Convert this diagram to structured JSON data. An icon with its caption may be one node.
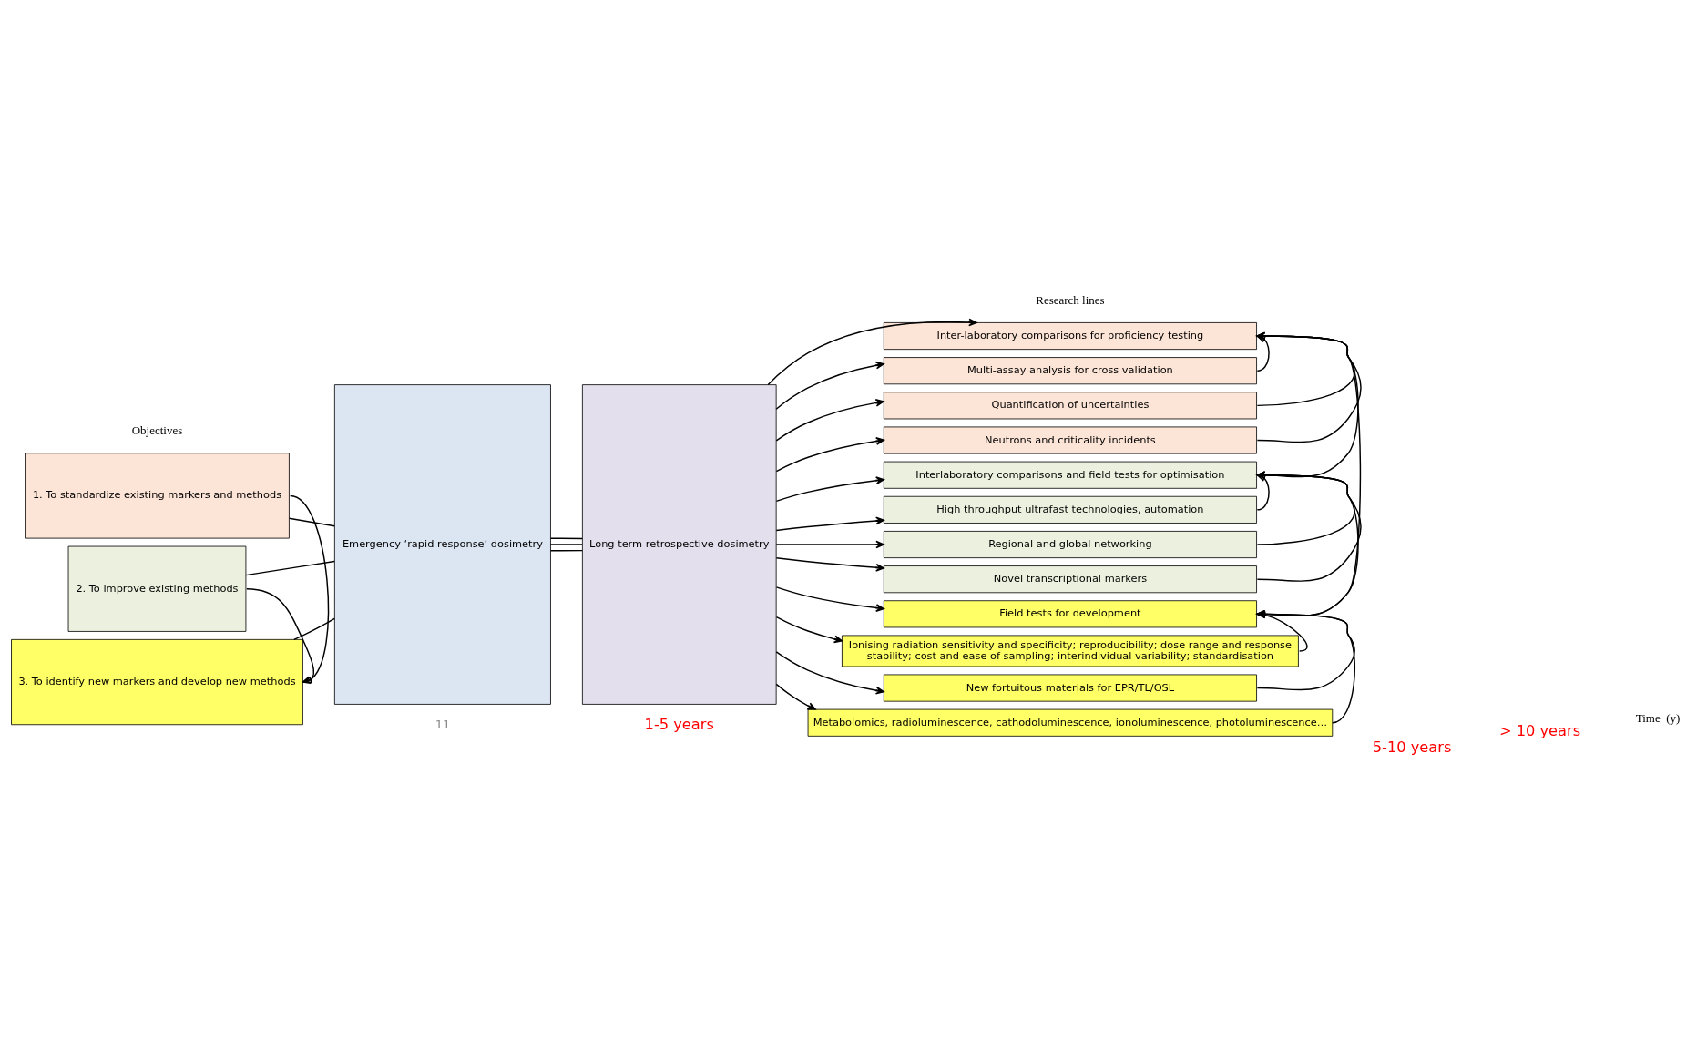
{
  "diagram": {
    "nodes": [
      {
        "text": [
          "1. To standardize existing markers and methods"
        ]
      },
      {
        "text": [
          "2. To improve existing methods"
        ]
      },
      {
        "text": [
          "3. To identify new markers and develop new methods"
        ]
      },
      {
        "text": [
          "Emergency ‘rapid response’ dosimetry"
        ]
      },
      {
        "text": [
          "Long term retrospective dosimetry"
        ]
      },
      {
        "text": [
          "Inter-laboratory comparisons for proficiency testing"
        ]
      },
      {
        "text": [
          "Multi-assay analysis for cross validation"
        ]
      },
      {
        "text": [
          "Quantification of uncertainties"
        ]
      },
      {
        "text": [
          "Neutrons and criticality incidents"
        ]
      },
      {
        "text": [
          "Interlaboratory comparisons and field tests for optimisation"
        ]
      },
      {
        "text": [
          "High throughput ultrafast technologies, automation"
        ]
      },
      {
        "text": [
          "Regional and global networking"
        ]
      },
      {
        "text": [
          "Novel transcriptional markers"
        ]
      },
      {
        "text": [
          "Field tests for development"
        ]
      },
      {
        "text": [
          "Ionising radiation sensitivity and specificity; reproducibility; dose range and response stability; cost and ease of sampling; interindividual variability; standardisation"
        ]
      },
      {
        "text": [
          "New fortuitous materials for EPR/TL/OSL"
        ]
      },
      {
        "text": [
          "Metabolomics, radioluminescence, cathodoluminescence, ionoluminescence, photoluminescence…"
        ]
      }
    ],
    "edges": [
      {
        "from": 0,
        "to": 2,
        "arrow": "to"
      },
      {
        "from": 1,
        "to": 2,
        "arrow": "to"
      },
      {
        "from": 0,
        "to": 3,
        "arrow": "none"
      },
      {
        "from": 3,
        "to": 4,
        "arrow": "none"
      },
      {
        "from": 4,
        "to": 5,
        "arrow": "to"
      },
      {
        "from": 4,
        "to": 6,
        "arrow": "to"
      },
      {
        "from": 4,
        "to": 7,
        "arrow": "to"
      },
      {
        "from": 4,
        "to": 8,
        "arrow": "to"
      },
      {
        "from": 1,
        "to": 3,
        "arrow": "none"
      },
      {
        "from": 3,
        "to": 4,
        "arrow": "none"
      },
      {
        "from": 4,
        "to": 9,
        "arrow": "to"
      },
      {
        "from": 4,
        "to": 10,
        "arrow": "to"
      },
      {
        "from": 4,
        "to": 11,
        "arrow": "to"
      },
      {
        "from": 4,
        "to": 12,
        "arrow": "to"
      },
      {
        "from": 2,
        "to": 3,
        "arrow": "none"
      },
      {
        "from": 3,
        "to": 4,
        "arrow": "none"
      },
      {
        "from": 4,
        "to": 13,
        "arrow": "to"
      },
      {
        "from": 4,
        "to": 14,
        "arrow": "to"
      },
      {
        "from": 4,
        "to": 15,
        "arrow": "to"
      },
      {
        "from": 4,
        "to": 16,
        "arrow": "to"
      },
      {
        "from": 6,
        "to": 5,
        "arrow": "to"
      },
      {
        "from": 7,
        "to": 5,
        "arrow": "to"
      },
      {
        "from": 8,
        "to": 5,
        "arrow": "to"
      },
      {
        "from": 5,
        "to": 9,
        "arrow": "to"
      },
      {
        "from": 13,
        "to": 5,
        "arrow": "to"
      },
      {
        "from": 10,
        "to": 9,
        "arrow": "to"
      },
      {
        "from": 11,
        "to": 9,
        "arrow": "to"
      },
      {
        "from": 12,
        "to": 9,
        "arrow": "to"
      },
      {
        "from": 9,
        "to": 13,
        "arrow": "to"
      },
      {
        "from": 14,
        "to": 13,
        "arrow": "to"
      },
      {
        "from": 15,
        "to": 13,
        "arrow": "to"
      },
      {
        "from": 16,
        "to": 13,
        "arrow": "to"
      }
    ],
    "labels": [
      "Objectives",
      "Research lines",
      "11",
      "1-5 years",
      "5-10 years",
      "> 10 years",
      "Time  (y)"
    ]
  }
}
